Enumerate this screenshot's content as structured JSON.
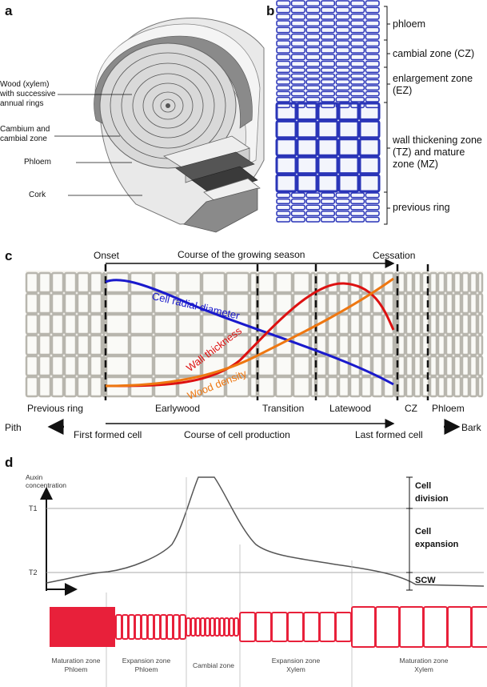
{
  "panel_a": {
    "letter": "a",
    "labels": {
      "wood": "Wood (xylem) with successive annual rings",
      "cambium": "Cambium and cambial zone",
      "phloem": "Phloem",
      "cork": "Cork"
    }
  },
  "panel_b": {
    "letter": "b",
    "zones": {
      "phloem": "phloem",
      "cz": "cambial zone (CZ)",
      "ez": "enlargement zone (EZ)",
      "tz": "wall thickening zone (TZ) and mature zone (MZ)",
      "previous": "previous ring"
    }
  },
  "panel_c": {
    "letter": "c",
    "onset": "Onset",
    "season": "Course of the growing season",
    "cessation": "Cessation",
    "previous_ring": "Previous ring",
    "earlywood": "Earlywood",
    "transition": "Transition",
    "latewood": "Latewood",
    "cz": "CZ",
    "phloem": "Phloem",
    "pith": "Pith",
    "bark": "Bark",
    "first_cell": "First formed cell",
    "production": "Course of cell production",
    "last_cell": "Last formed cell",
    "curve_diameter": "Cell radial diameter",
    "curve_wall": "Wall thickness",
    "curve_density": "Wood density",
    "colors": {
      "diameter": "#1a1acc",
      "wall": "#dd1111",
      "density": "#ee7711"
    }
  },
  "panel_d": {
    "letter": "d",
    "y_axis": "Auxin concentration",
    "t1": "T1",
    "t2": "T2",
    "cell_division": "Cell division",
    "cell_expansion": "Cell expansion",
    "scw": "SCW",
    "zones": {
      "mat_phloem": "Maturation zone Phloem",
      "exp_phloem": "Expansion zone Phloem",
      "cambial": "Cambial zone",
      "exp_xylem": "Expansion zone Xylem",
      "mat_xylem": "Maturation zone Xylem"
    },
    "cell_color": "#e8203a"
  }
}
